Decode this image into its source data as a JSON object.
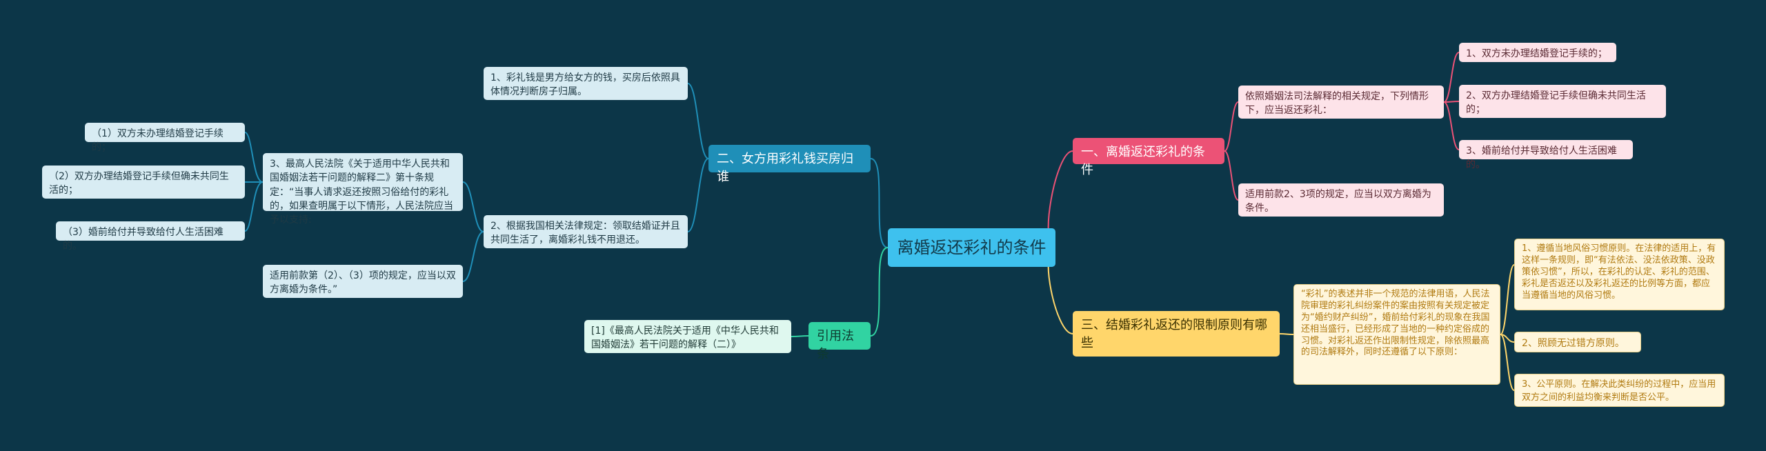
{
  "root": "离婚返还彩礼的条件",
  "b1": {
    "label": "一、离婚返还彩礼的条件",
    "intro": "依照婚姻法司法解释的相关规定，下列情形下，应当返还彩礼：",
    "items": [
      "1、双方未办理结婚登记手续的；",
      "2、双方办理结婚登记手续但确未共同生活的；",
      "3、婚前给付并导致给付人生活困难的。"
    ],
    "applies": "适用前款2、3项的规定，应当以双方离婚为条件。"
  },
  "b2": {
    "label": "二、女方用彩礼钱买房归谁",
    "c1": "1、彩礼钱是男方给女方的钱，买房后依照具体情况判断房子归属。",
    "c2": "2、根据我国相关法律规定：领取结婚证并且共同生活了，离婚彩礼钱不用退还。",
    "c3": "3、最高人民法院《关于适用中华人民共和国婚姻法若干问题的解释二》第十条规定：“当事人请求返还按照习俗给付的彩礼的，如果查明属于以下情形，人民法院应当予以支持:",
    "items": [
      "（1）双方未办理结婚登记手续的；",
      "（2）双方办理结婚登记手续但确未共同生活的；",
      "（3）婚前给付并导致给付人生活困难的。"
    ],
    "c4": "适用前款第（2）、（3）项的规定，应当以双方离婚为条件。”"
  },
  "b3": {
    "label": "三、结婚彩礼返还的限制原则有哪些",
    "intro": "“彩礼”的表述并非一个规范的法律用语，人民法院审理的彩礼纠纷案件的案由按照有关规定被定为“婚约财产纠纷”，婚前给付彩礼的现象在我国还相当盛行，已经形成了当地的一种约定俗成的习惯。对彩礼返还作出限制性规定，除依照最高的司法解释外，同时还遵循了以下原则：",
    "items": [
      "1、遵循当地风俗习惯原则。在法律的适用上，有这样一条规则，即“有法依法、没法依政策、没政策依习惯”，所以，在彩礼的认定、彩礼的范围、彩礼是否返还以及彩礼返还的比例等方面，都应当遵循当地的风俗习惯。",
      "2、照顾无过错方原则。",
      "3、公平原则。在解决此类纠纷的过程中，应当用双方之间的利益均衡来判断是否公平。"
    ]
  },
  "b4": {
    "label": "引用法条",
    "ref": "[1]《最高人民法院关于适用《中华人民共和国婚姻法》若干问题的解释（二）》"
  },
  "colors": {
    "b1": "#ec5276",
    "b2": "#1f8fb8",
    "b3": "#ffd66b",
    "b4": "#31d3a2"
  }
}
